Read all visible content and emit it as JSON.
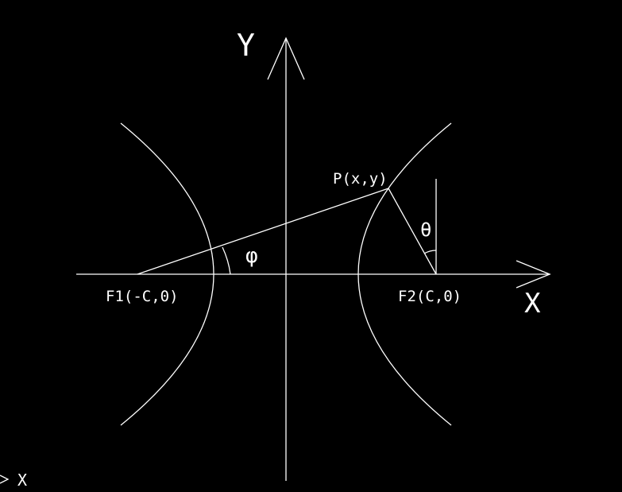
{
  "diagram": {
    "axis_x_label": "X",
    "axis_y_label": "Y",
    "point_label": "P(x,y)",
    "focus_left_label": "F1(-C,0)",
    "focus_right_label": "F2(C,0)",
    "angle_phi_label": "φ",
    "angle_theta_label": "θ",
    "ucs_x_label": "X"
  }
}
